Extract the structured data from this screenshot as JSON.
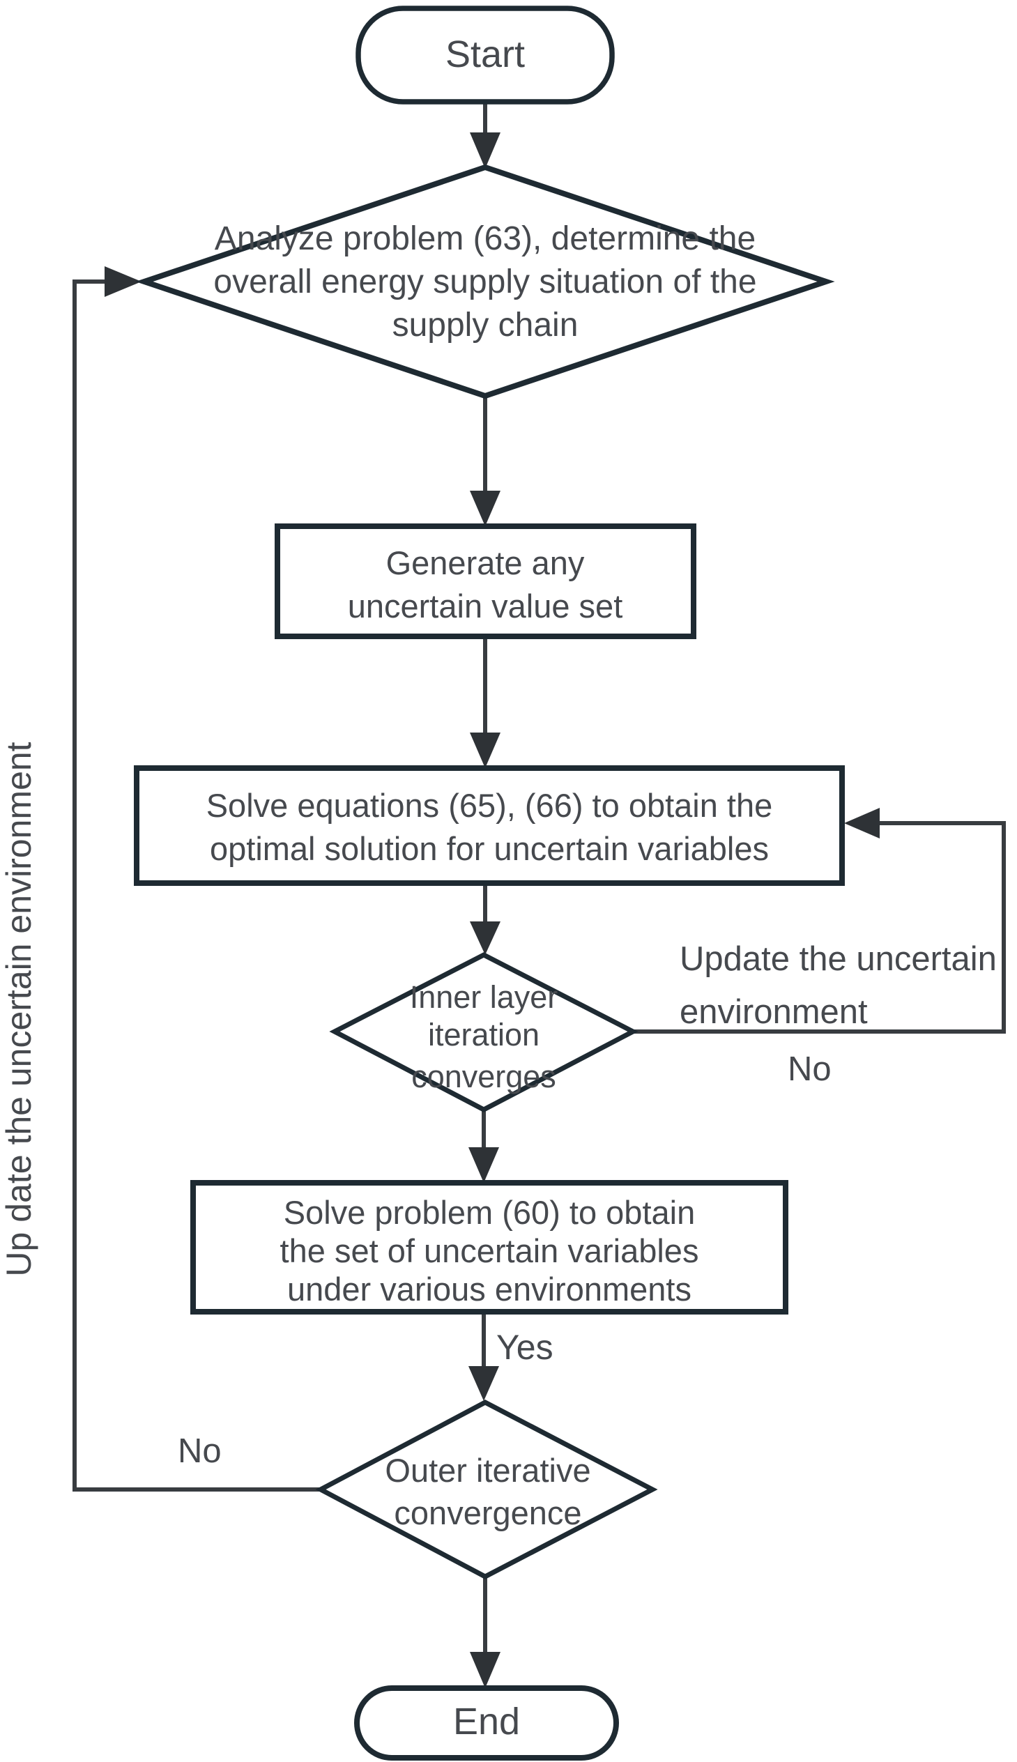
{
  "diagram": {
    "title": "Algorithm flowchart",
    "background_color": "#ffffff",
    "shape_stroke_color": "#1e2a32",
    "connector_color": "#383c40",
    "text_color": "#46494e",
    "nodes": {
      "start": {
        "type": "terminator",
        "label": "Start"
      },
      "analyze_decision": {
        "type": "decision",
        "lines": [
          "Analyze problem (63), determine the",
          "overall energy supply situation of the",
          "supply chain"
        ]
      },
      "generate_process": {
        "type": "process",
        "lines": [
          "Generate any",
          "uncertain value set"
        ]
      },
      "solve_equations_process": {
        "type": "process",
        "lines": [
          "Solve equations (65), (66) to obtain the",
          "optimal solution for uncertain variables"
        ]
      },
      "inner_convergence_decision": {
        "type": "decision",
        "lines": [
          "Inner layer",
          "iteration",
          "converges"
        ]
      },
      "solve_problem_process": {
        "type": "process",
        "lines": [
          "Solve problem (60) to obtain",
          "the set of uncertain variables",
          "under various environments"
        ]
      },
      "outer_convergence_decision": {
        "type": "decision",
        "lines": [
          "Outer iterative",
          "convergence"
        ]
      },
      "end": {
        "type": "terminator",
        "label": "End"
      }
    },
    "edge_labels": {
      "inner_no": "No",
      "update_line1": "Update the uncertain",
      "update_line2": "environment",
      "yes": "Yes",
      "outer_no": "No",
      "left_loop": "Up date the uncertain environment"
    }
  }
}
